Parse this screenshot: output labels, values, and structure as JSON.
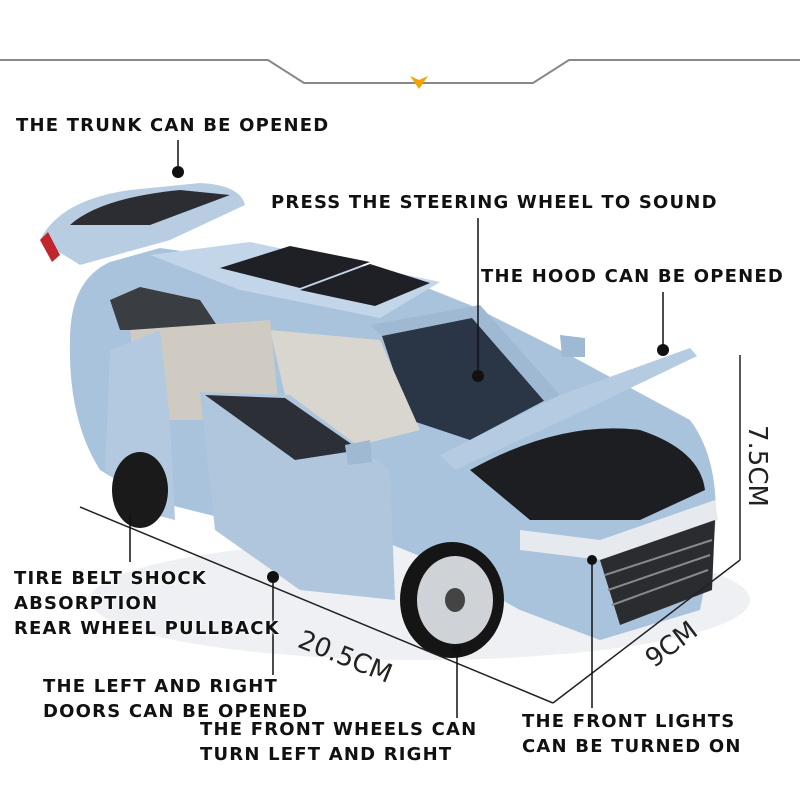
{
  "colors": {
    "body": "#a9c3dc",
    "accent_arrow": "#f5a300",
    "text": "#111111"
  },
  "labels": {
    "trunk": "THE TRUNK CAN BE OPENED",
    "steering": "PRESS THE STEERING WHEEL TO SOUND",
    "hood": "THE HOOD CAN BE OPENED",
    "tire_line1": "TIRE BELT SHOCK",
    "tire_line2": "ABSORPTION",
    "tire_line3": "REAR WHEEL PULLBACK",
    "doors_line1": "THE LEFT AND RIGHT",
    "doors_line2": "DOORS CAN BE OPENED",
    "wheels_line1": "THE FRONT WHEELS CAN",
    "wheels_line2": "TURN LEFT AND RIGHT",
    "lights_line1": "THE FRONT LIGHTS",
    "lights_line2": "CAN BE TURNED ON"
  },
  "dimensions": {
    "length": "20.5CM",
    "width": "9CM",
    "height": "7.5CM"
  },
  "icons": {
    "header_marker": "down-arrow-icon"
  }
}
